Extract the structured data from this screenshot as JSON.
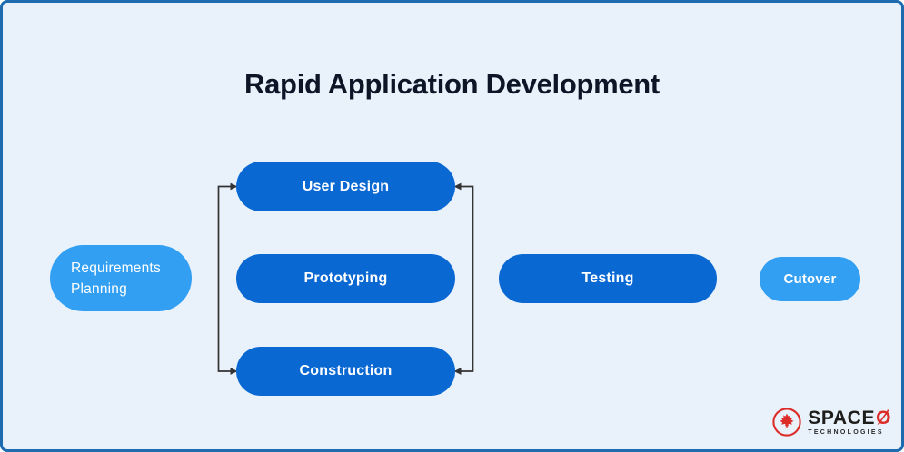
{
  "title": "Rapid Application Development",
  "colors": {
    "background": "#E9F2FB",
    "frame_border": "#1E6BB0",
    "node_dark_blue": "#0A68D2",
    "node_light_blue": "#329FF2",
    "node_text": "#FFFFFF",
    "title_text": "#0D1626",
    "connector_line": "#333333",
    "logo_red": "#DD2B27",
    "logo_black": "#1D1D1B"
  },
  "diagram": {
    "nodes": [
      {
        "id": "requirements-planning",
        "label": "Requirements Planning",
        "variant": "light"
      },
      {
        "id": "user-design",
        "label": "User Design",
        "variant": "dark"
      },
      {
        "id": "prototyping",
        "label": "Prototyping",
        "variant": "dark"
      },
      {
        "id": "construction",
        "label": "Construction",
        "variant": "dark"
      },
      {
        "id": "testing",
        "label": "Testing",
        "variant": "dark"
      },
      {
        "id": "cutover",
        "label": "Cutover",
        "variant": "light"
      }
    ],
    "connectors": [
      {
        "side": "left",
        "between": [
          "user-design",
          "construction"
        ],
        "arrowheads": "point right into User Design and Construction"
      },
      {
        "side": "right",
        "between": [
          "user-design",
          "construction"
        ],
        "arrowheads": "point left into User Design and Construction"
      }
    ]
  },
  "logo": {
    "brand": "SPACE",
    "brand_o": "Ø",
    "subtitle": "TECHNOLOGIES",
    "emblem": "maple-leaf-icon"
  }
}
